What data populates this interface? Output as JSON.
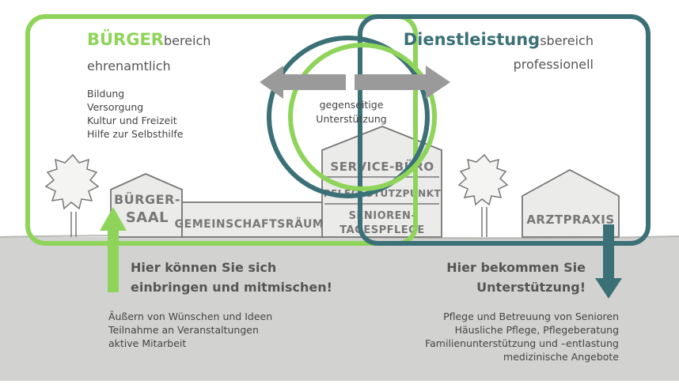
{
  "left_area": {
    "title_strong": "BÜRGER",
    "title_rest": "bereich",
    "subtitle": "ehrenamtlich",
    "items": [
      "Bildung",
      "Versorgung",
      "Kultur und Freizeit",
      "Hilfe zur Selbsthilfe"
    ]
  },
  "right_area": {
    "title_strong": "Dienstleistung",
    "title_rest": "sbereich",
    "subtitle": "professionell"
  },
  "center": {
    "line1": "gegenseitige",
    "line2": "Unterstützung"
  },
  "buildings": {
    "saal_line1": "BÜRGER-",
    "saal_line2": "SAAL",
    "gemeinschaft": "GEMEINSCHAFTSRÄUME",
    "service": "SERVICE-BÜRO",
    "pflege": "PFLEGESTÜTZPUNKT",
    "senioren_line1": "SENIOREN-",
    "senioren_line2": "TAGESPFLEGE",
    "arzt": "ARZTPRAXIS"
  },
  "bottom_left": {
    "heading_line1": "Hier können Sie sich",
    "heading_line2": "einbringen und mitmischen!",
    "items": [
      "Äußern von Wünschen und Ideen",
      "Teilnahme an Veranstaltungen",
      "aktive Mitarbeit"
    ]
  },
  "bottom_right": {
    "heading_line1": "Hier bekommen Sie",
    "heading_line2": "Unterstützung!",
    "items": [
      "Pflege und Betreuung von Senioren",
      "Häusliche Pflege, Pflegeberatung",
      "Familienunterstützung und –entlastung",
      "medizinische Angebote"
    ]
  },
  "colors": {
    "green": "#8fd45a",
    "teal": "#3b7077",
    "ground": "#d2d2d0",
    "arrow_gray": "#9a9a9a"
  }
}
